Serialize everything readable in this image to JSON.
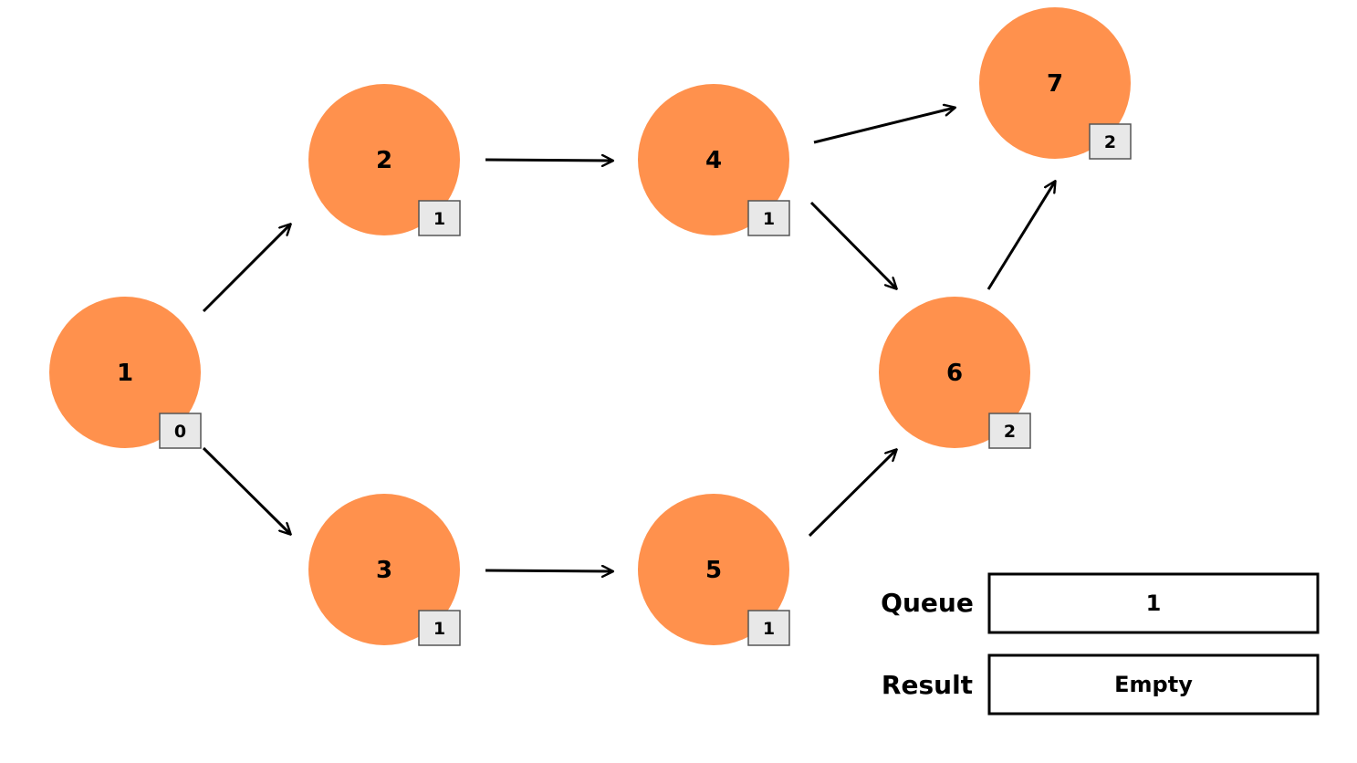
{
  "graph": {
    "nodes": [
      {
        "id": "1",
        "label": "1",
        "badge": "0"
      },
      {
        "id": "2",
        "label": "2",
        "badge": "1"
      },
      {
        "id": "3",
        "label": "3",
        "badge": "1"
      },
      {
        "id": "4",
        "label": "4",
        "badge": "1"
      },
      {
        "id": "5",
        "label": "5",
        "badge": "1"
      },
      {
        "id": "6",
        "label": "6",
        "badge": "2"
      },
      {
        "id": "7",
        "label": "7",
        "badge": "2"
      }
    ],
    "edges": [
      {
        "from": "1",
        "to": "2"
      },
      {
        "from": "1",
        "to": "3"
      },
      {
        "from": "2",
        "to": "4"
      },
      {
        "from": "3",
        "to": "5"
      },
      {
        "from": "4",
        "to": "7"
      },
      {
        "from": "4",
        "to": "6"
      },
      {
        "from": "5",
        "to": "6"
      },
      {
        "from": "6",
        "to": "7"
      }
    ]
  },
  "panel": {
    "queue_label": "Queue",
    "queue_value": "1",
    "result_label": "Result",
    "result_value": "Empty"
  },
  "colors": {
    "node_fill": "#FF914D",
    "badge_fill": "#E8E8E8",
    "edge": "#000000"
  }
}
